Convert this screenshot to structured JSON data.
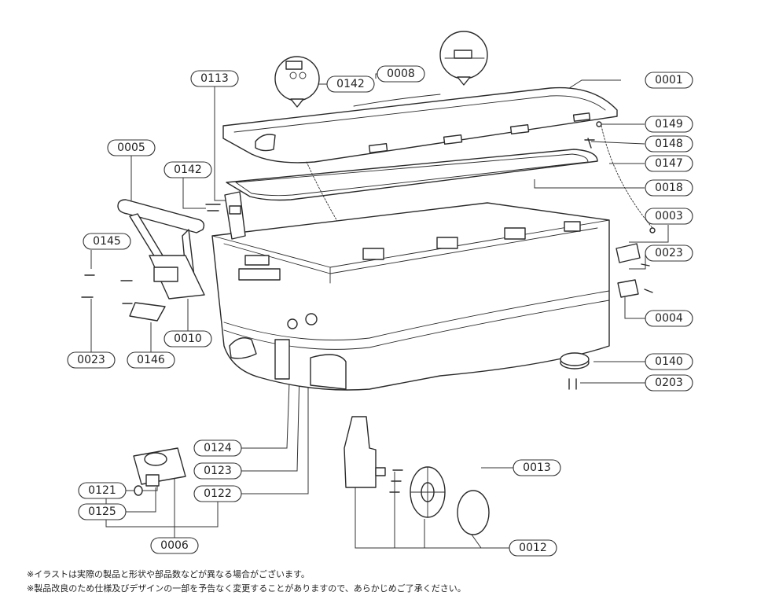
{
  "part_labels": {
    "p0001": "0001",
    "p0003": "0003",
    "p0004": "0004",
    "p0005": "0005",
    "p0006": "0006",
    "p0008": "0008",
    "p0010": "0010",
    "p0012": "0012",
    "p0013": "0013",
    "p0018": "0018",
    "p0023a": "0023",
    "p0023b": "0023",
    "p0113": "0113",
    "p0121": "0121",
    "p0122": "0122",
    "p0123": "0123",
    "p0124": "0124",
    "p0125": "0125",
    "p0140": "0140",
    "p0142a": "0142",
    "p0142b": "0142",
    "p0145": "0145",
    "p0146": "0146",
    "p0147": "0147",
    "p0148": "0148",
    "p0149": "0149",
    "p0203": "0203"
  },
  "notes": {
    "line1": "※イラストは実際の製品と形状や部品数などが異なる場合がございます。",
    "line2": "※製品改良のため仕様及びデザインの一部を予告なく変更することがありますので、あらかじめご了承ください。"
  }
}
